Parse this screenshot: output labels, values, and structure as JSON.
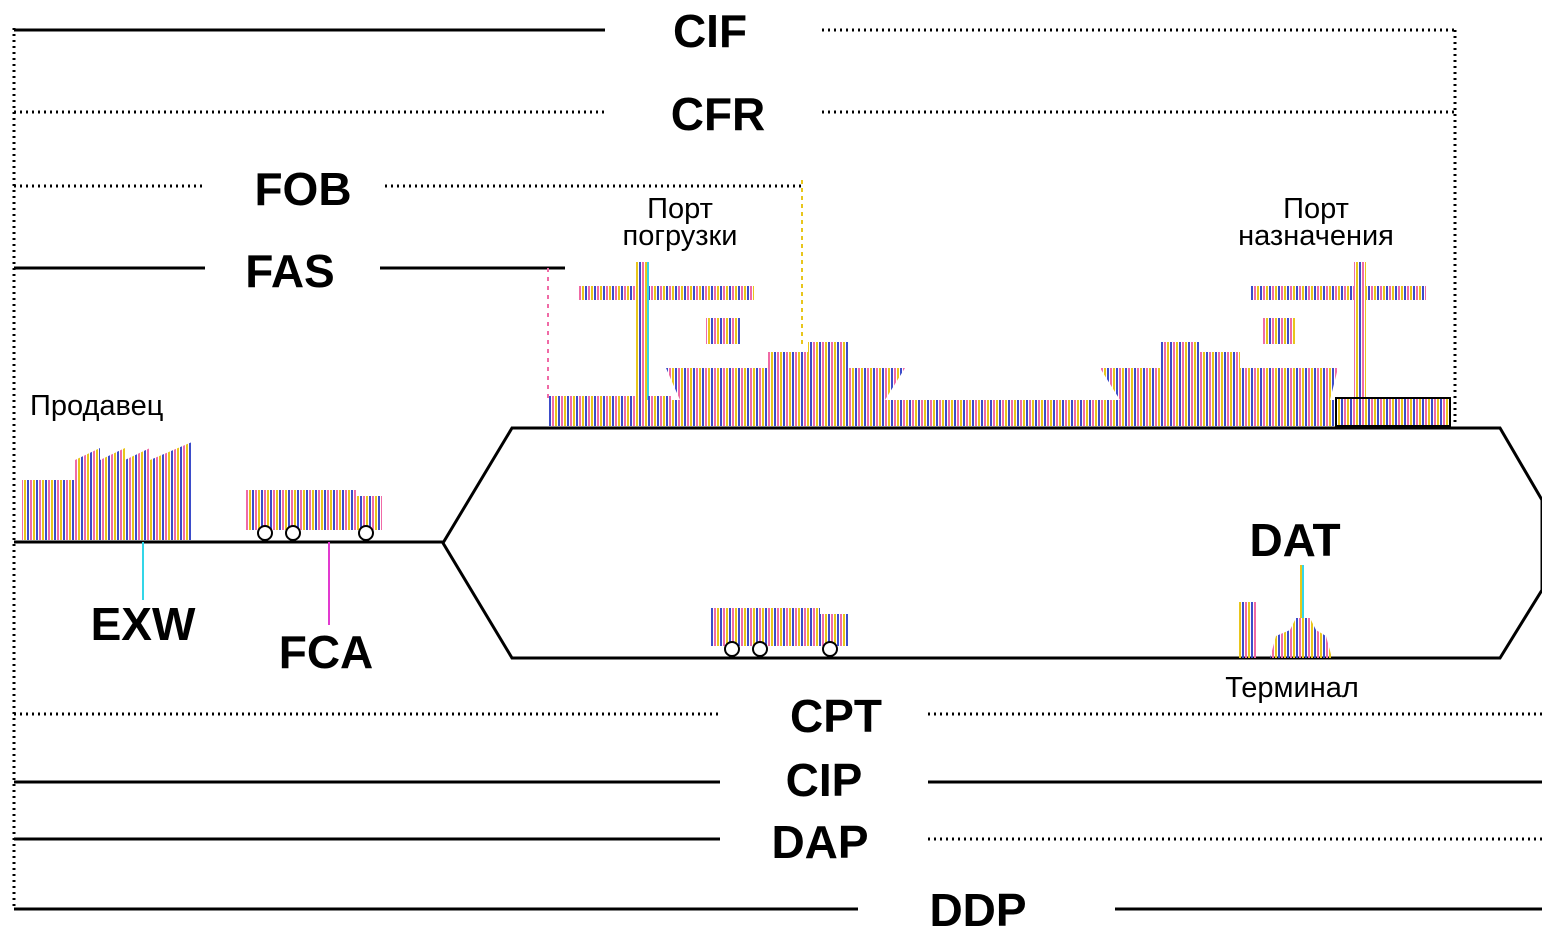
{
  "terms": {
    "cif": "CIF",
    "cfr": "CFR",
    "fob": "FOB",
    "fas": "FAS",
    "exw": "EXW",
    "fca": "FCA",
    "dat": "DAT",
    "cpt": "CPT",
    "cip": "CIP",
    "dap": "DAP",
    "ddp": "DDP"
  },
  "places": {
    "seller": "Продавец",
    "loading_port_line1": "Порт",
    "loading_port_line2": "погрузки",
    "destination_port_line1": "Порт",
    "destination_port_line2": "назначения",
    "terminal": "Терминал"
  },
  "colors": {
    "line": "#000000",
    "hatch_blue": "#3b4cc9",
    "hatch_pink": "#f06aa6",
    "hatch_yellow": "#e8c61c",
    "cyan_marker": "#33d6e8",
    "magenta_marker": "#e23ad0"
  }
}
